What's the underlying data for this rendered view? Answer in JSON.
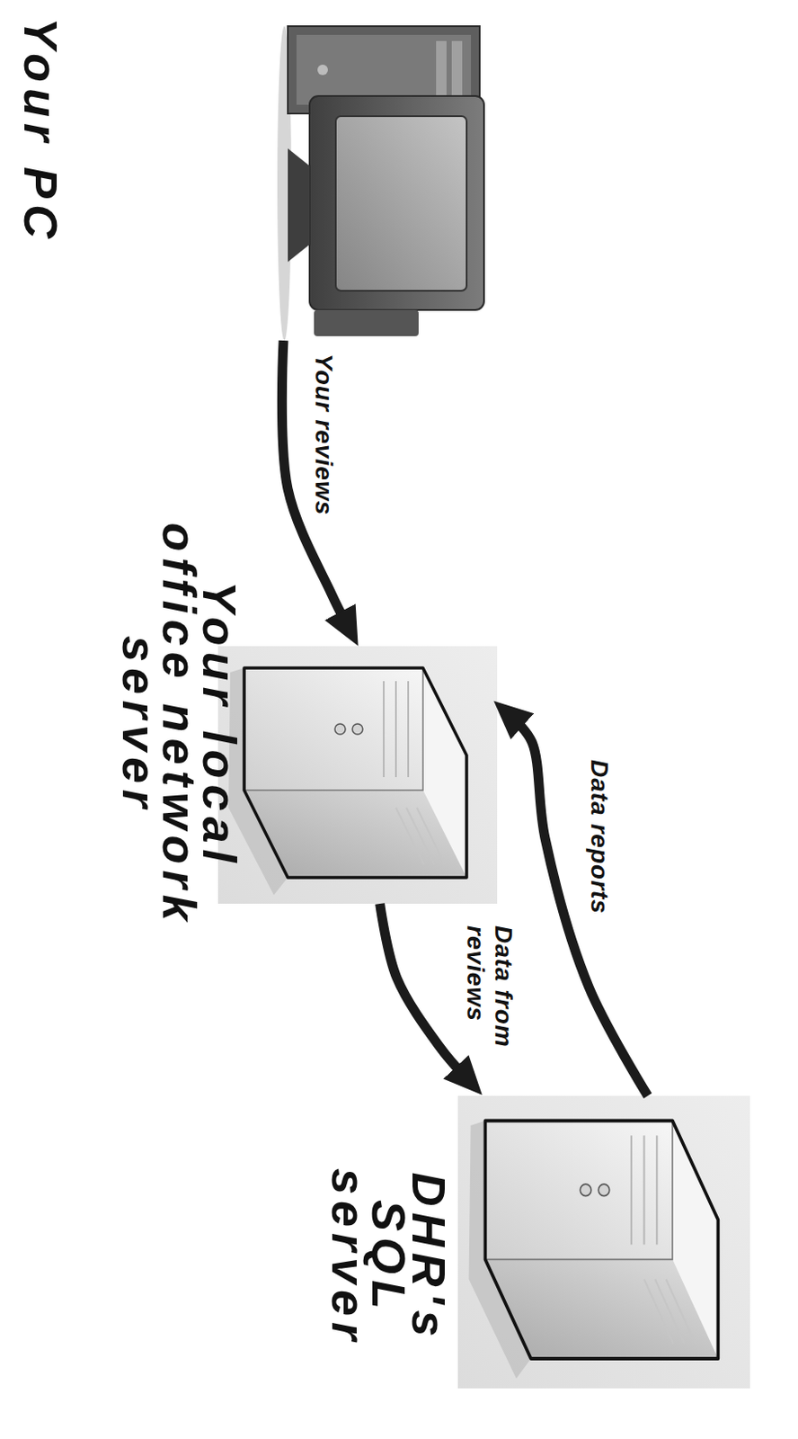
{
  "diagram": {
    "nodes": [
      {
        "text": [
          "Your PC"
        ]
      },
      {
        "text": [
          "Your local office network server"
        ]
      },
      {
        "text": [
          "DHR's SQL server"
        ]
      }
    ],
    "edges": [
      {
        "from": 0,
        "to": 1,
        "label": "Your reviews",
        "arrow": "to"
      },
      {
        "from": 1,
        "to": 2,
        "label": "Data from reviews",
        "arrow": "to"
      },
      {
        "from": 2,
        "to": 1,
        "label": "Data reports",
        "arrow": "to"
      }
    ]
  }
}
